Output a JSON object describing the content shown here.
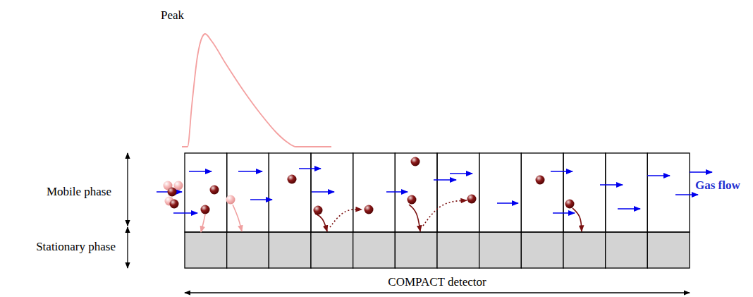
{
  "diagram": {
    "labels": [
      "Peak",
      "Mobile phase",
      "Stationary phase",
      "Gas flow",
      "COMPACT detector"
    ]
  }
}
